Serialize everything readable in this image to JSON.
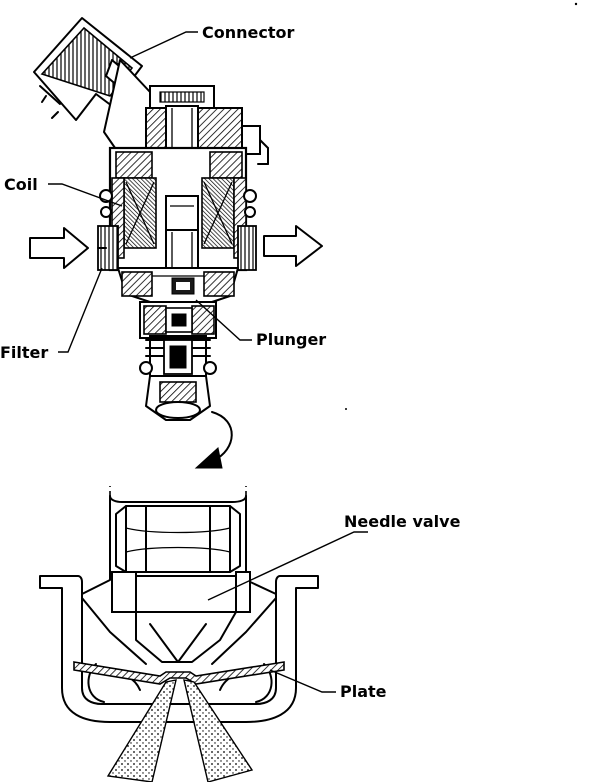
{
  "labels": {
    "connector": "Connector",
    "coil": "Coil",
    "filter": "Filter",
    "plunger": "Plunger",
    "needle_valve": "Needle valve",
    "plate": "Plate"
  }
}
